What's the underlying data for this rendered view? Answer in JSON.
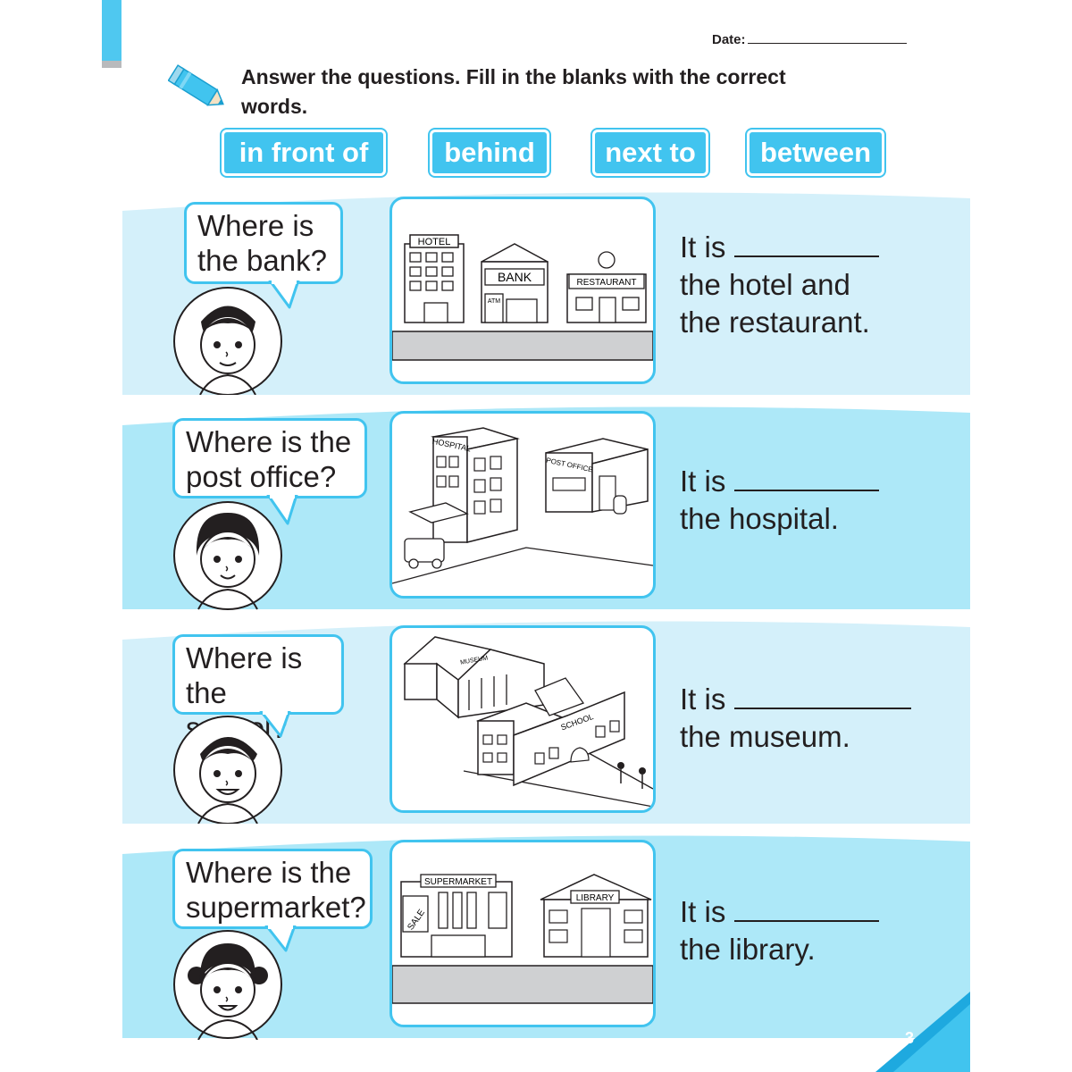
{
  "header": {
    "date_label": "Date:",
    "instructions": "Answer the questions. Fill in the blanks with the correct words."
  },
  "word_bank": [
    "in front of",
    "behind",
    "next to",
    "between"
  ],
  "questions": [
    {
      "question_line1": "Where is",
      "question_line2": "the bank?",
      "answer_line1": "It is",
      "answer_line2": "the hotel and",
      "answer_line3": "the restaurant.",
      "signs": [
        "HOTEL",
        "BANK",
        "ATM",
        "RESTAURANT"
      ]
    },
    {
      "question_line1": "Where is the",
      "question_line2": "post office?",
      "answer_line1": "It is",
      "answer_line2": "the hospital.",
      "signs": [
        "HOSPITAL",
        "POST OFFICE"
      ]
    },
    {
      "question_line1": "Where is",
      "question_line2": "the school?",
      "answer_line1": "It is",
      "answer_line2": "the museum.",
      "signs": [
        "MUSEUM",
        "SCHOOL"
      ]
    },
    {
      "question_line1": "Where is the",
      "question_line2": "supermarket?",
      "answer_line1": "It is",
      "answer_line2": "the library.",
      "signs": [
        "SUPERMARKET",
        "SALE",
        "LIBRARY"
      ]
    }
  ],
  "page_number": "3",
  "colors": {
    "accent": "#41c4ef",
    "band_light": "#d4f0fa",
    "band_mid": "#ade8f8",
    "ink": "#231f20"
  }
}
